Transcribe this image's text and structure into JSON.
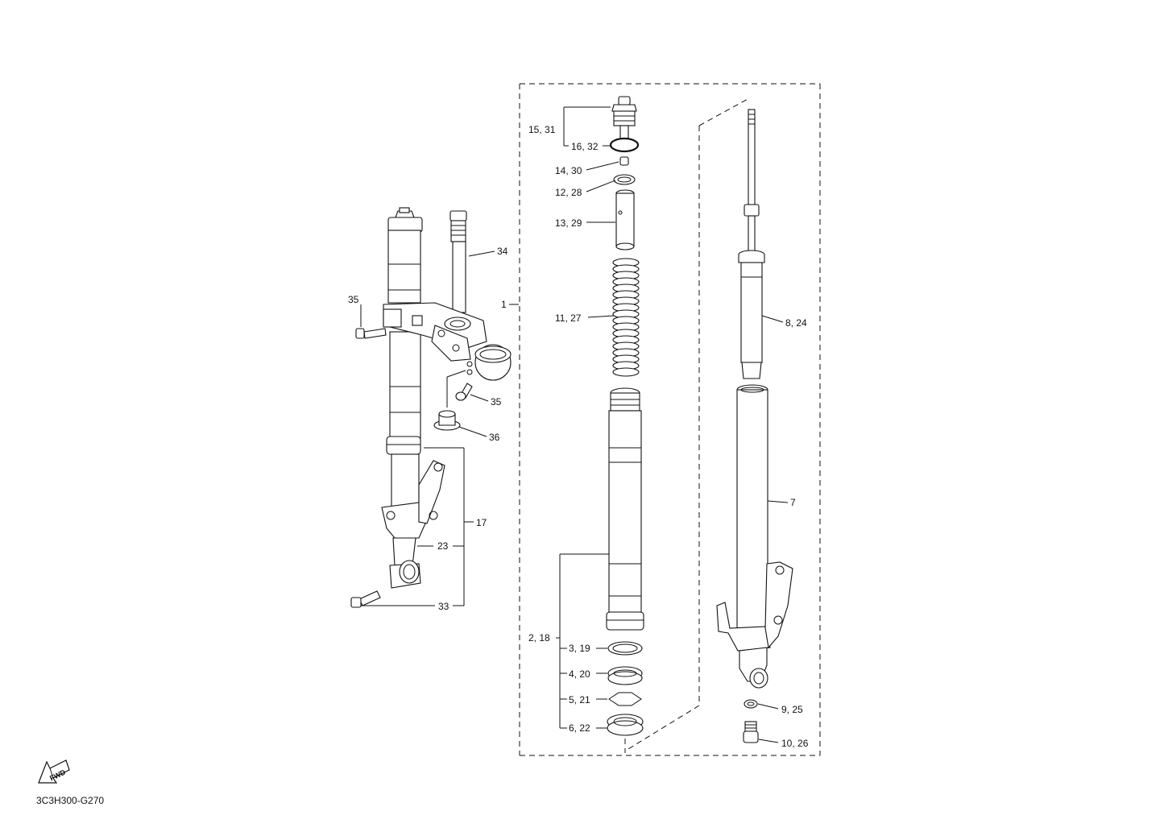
{
  "drawing_code": "3C3H300-G270",
  "fwd_label": "FWD",
  "callouts": {
    "c1": "1",
    "c2_18": "2, 18",
    "c3_19": "3, 19",
    "c4_20": "4, 20",
    "c5_21": "5, 21",
    "c6_22": "6, 22",
    "c7": "7",
    "c8_24": "8, 24",
    "c9_25": "9, 25",
    "c10_26": "10, 26",
    "c11_27": "11, 27",
    "c12_28": "12, 28",
    "c13_29": "13, 29",
    "c14_30": "14, 30",
    "c15_31": "15, 31",
    "c16_32": "16, 32",
    "c17": "17",
    "c23": "23",
    "c33": "33",
    "c34": "34",
    "c35_top": "35",
    "c35_right": "35",
    "c36": "36"
  }
}
